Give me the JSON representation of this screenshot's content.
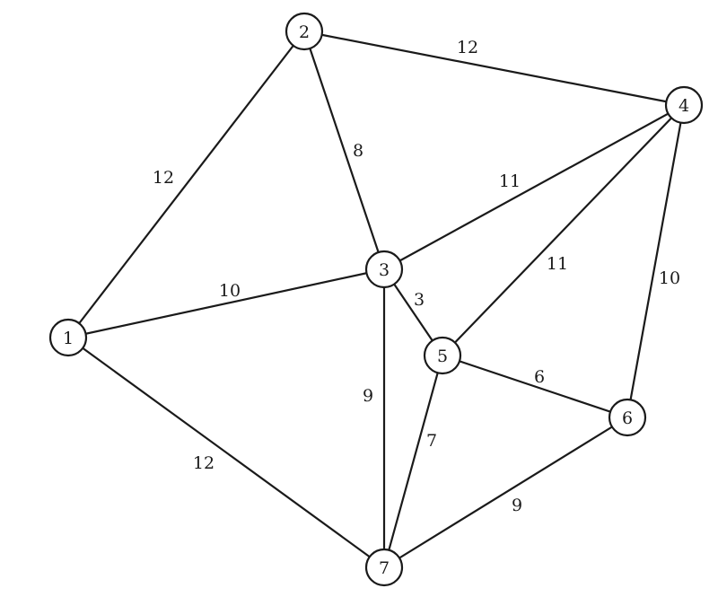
{
  "graph": {
    "nodes": [
      {
        "id": "1",
        "label": "1"
      },
      {
        "id": "2",
        "label": "2"
      },
      {
        "id": "3",
        "label": "3"
      },
      {
        "id": "4",
        "label": "4"
      },
      {
        "id": "5",
        "label": "5"
      },
      {
        "id": "6",
        "label": "6"
      },
      {
        "id": "7",
        "label": "7"
      }
    ],
    "edges": [
      {
        "from": "1",
        "to": "2",
        "weight": "12"
      },
      {
        "from": "2",
        "to": "4",
        "weight": "12"
      },
      {
        "from": "2",
        "to": "3",
        "weight": "8"
      },
      {
        "from": "1",
        "to": "3",
        "weight": "10"
      },
      {
        "from": "3",
        "to": "4",
        "weight": "11"
      },
      {
        "from": "3",
        "to": "5",
        "weight": "3"
      },
      {
        "from": "4",
        "to": "5",
        "weight": "11"
      },
      {
        "from": "4",
        "to": "6",
        "weight": "10"
      },
      {
        "from": "5",
        "to": "6",
        "weight": "6"
      },
      {
        "from": "3",
        "to": "7",
        "weight": "9"
      },
      {
        "from": "5",
        "to": "7",
        "weight": "7"
      },
      {
        "from": "6",
        "to": "7",
        "weight": "9"
      },
      {
        "from": "1",
        "to": "7",
        "weight": "12"
      }
    ]
  }
}
